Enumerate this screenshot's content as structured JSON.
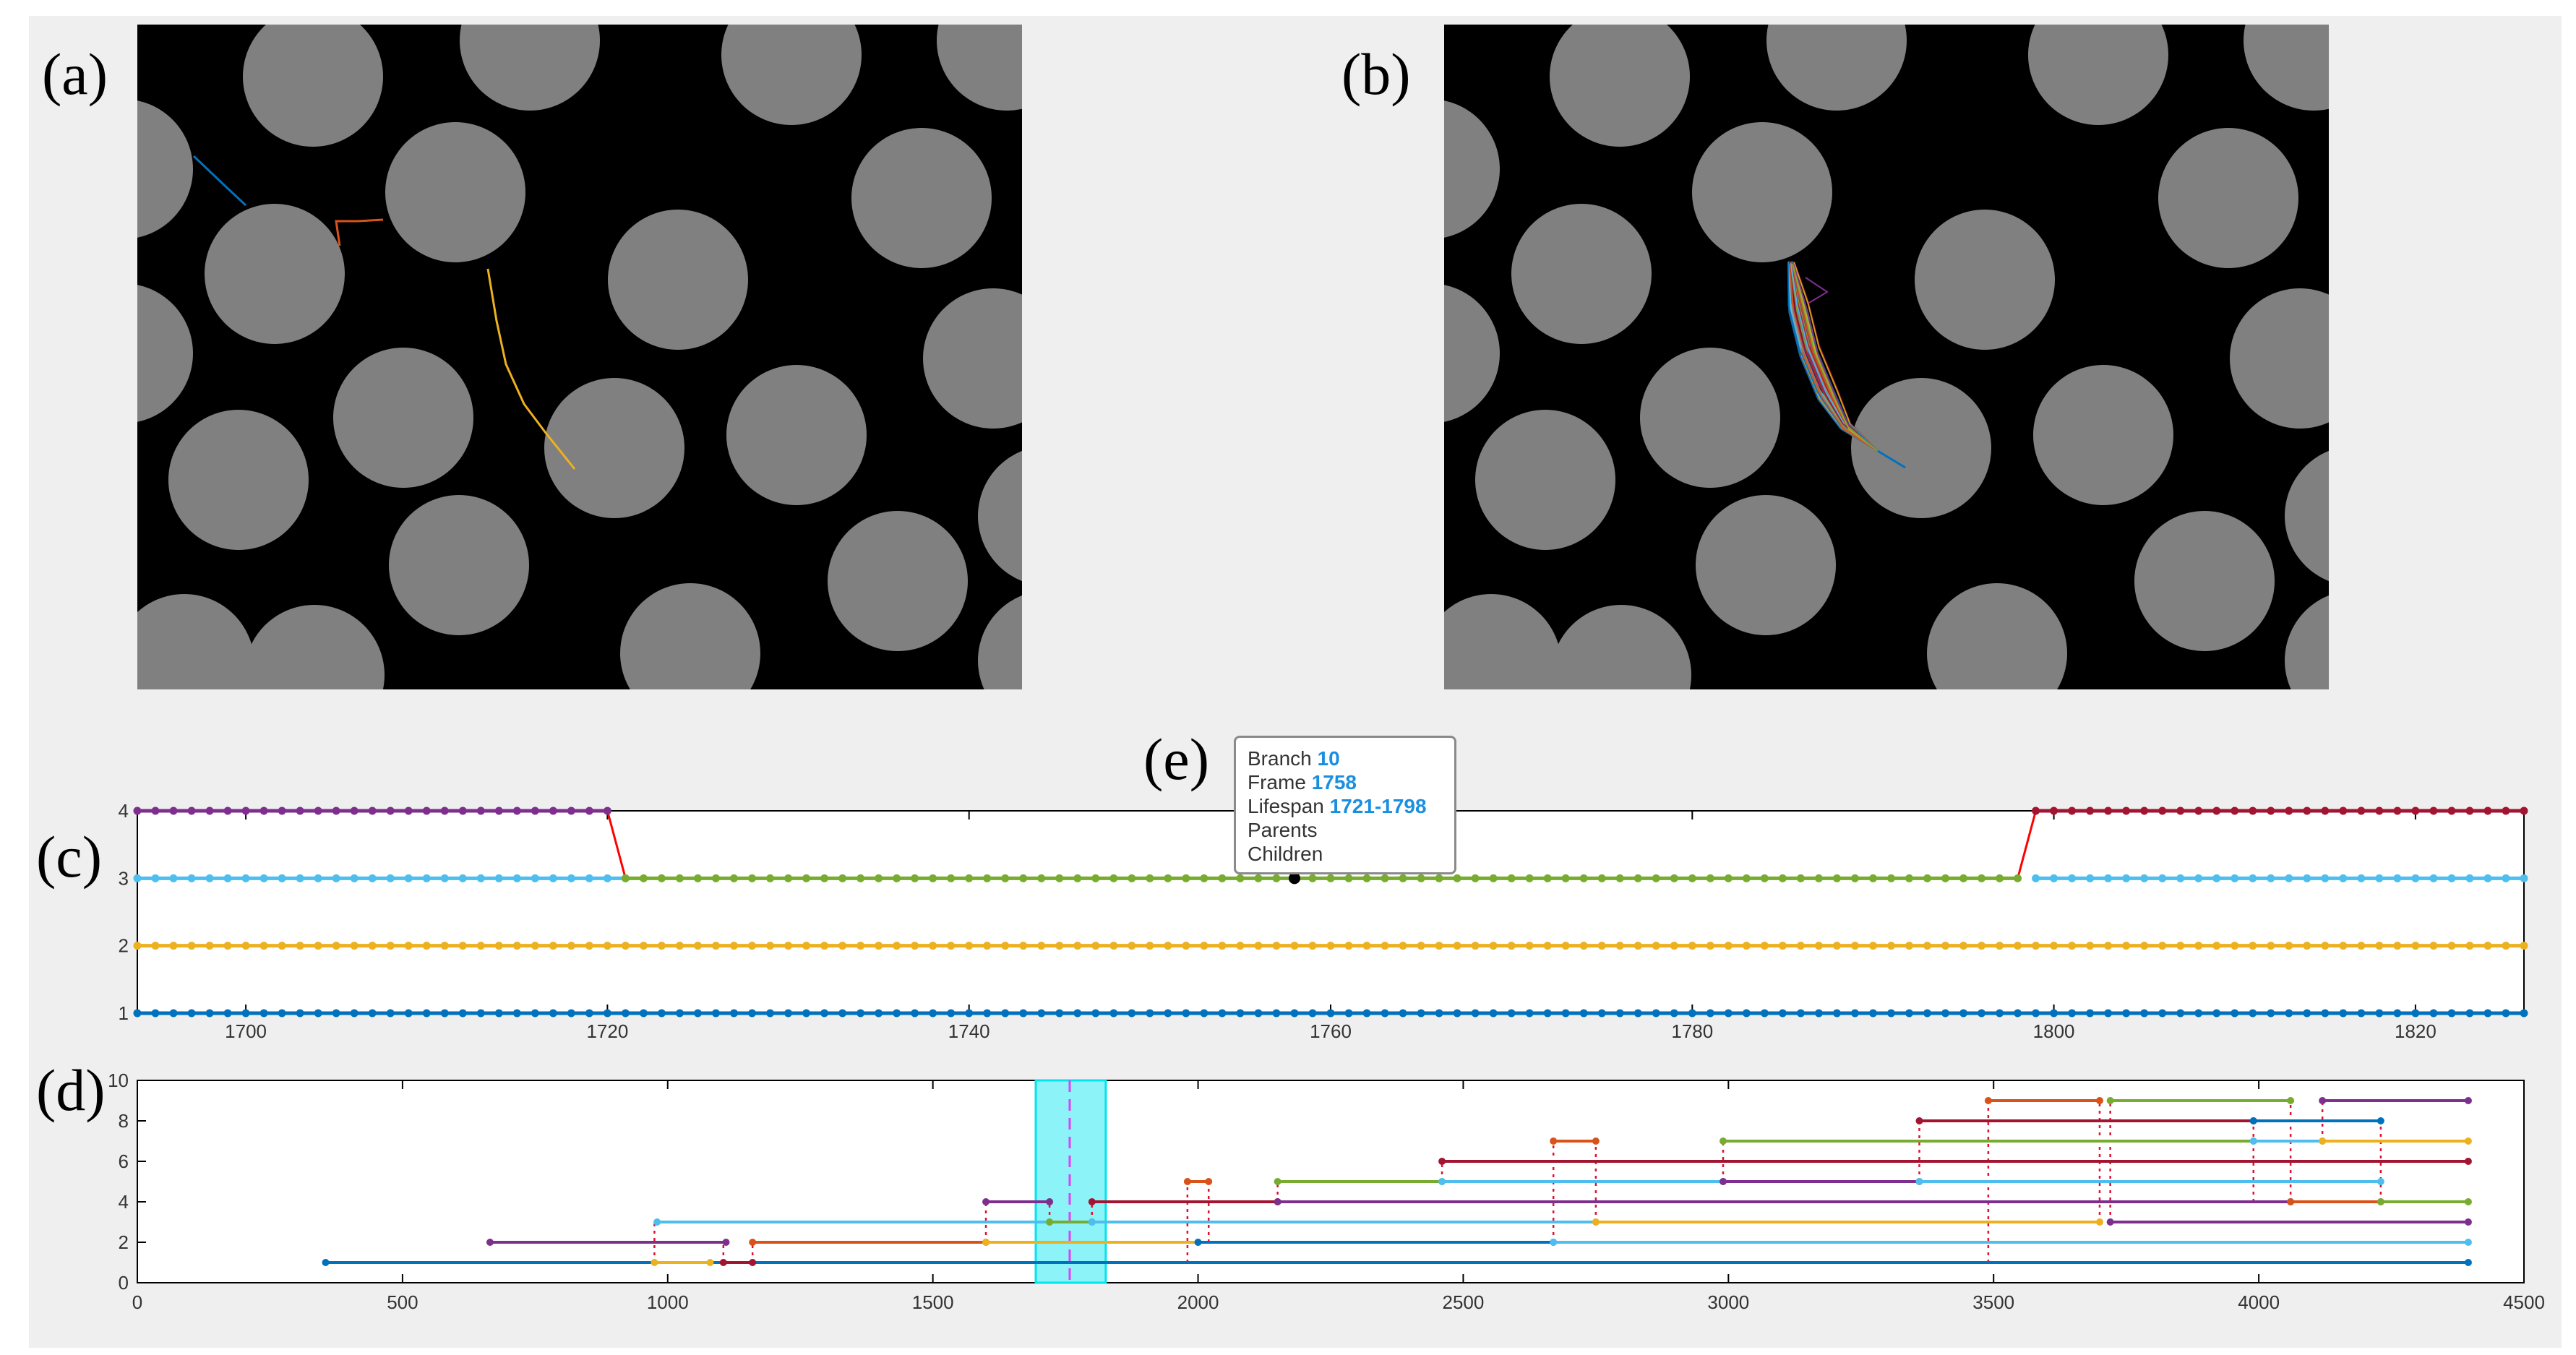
{
  "panel_labels": {
    "a": "(a)",
    "b": "(b)",
    "c": "(c)",
    "d": "(d)",
    "e": "(e)"
  },
  "tooltip": {
    "branch_label": "Branch",
    "branch_value": "10",
    "frame_label": "Frame",
    "frame_value": "1758",
    "lifespan_label": "Lifespan",
    "lifespan_value": "1721-1798",
    "parents_label": "Parents",
    "children_label": "Children"
  },
  "colors": {
    "background": "#000000",
    "disc": "#808080",
    "blue": "#0072bd",
    "orange": "#d95319",
    "yellow": "#edb120",
    "purple": "#7e2f8e",
    "green": "#77ac30",
    "cyan": "#4dbeee",
    "red": "#a2142f",
    "highlight": "#00e5f0"
  },
  "chart_data": [
    {
      "type": "line",
      "panel": "(c)",
      "xlim": [
        1694,
        1826
      ],
      "ylim": [
        1,
        4
      ],
      "x_ticks": [
        1700,
        1720,
        1740,
        1760,
        1780,
        1800,
        1820
      ],
      "y_ticks": [
        1,
        2,
        3,
        4
      ],
      "grid": false,
      "series": [
        {
          "color": "blue",
          "points": [
            [
              1694,
              1
            ],
            [
              1826,
              1
            ]
          ]
        },
        {
          "color": "yellow",
          "points": [
            [
              1694,
              2
            ],
            [
              1826,
              2
            ]
          ]
        },
        {
          "color": "cyan",
          "points": [
            [
              1694,
              3
            ],
            [
              1721,
              3
            ]
          ]
        },
        {
          "color": "cyan",
          "points": [
            [
              1799,
              3
            ],
            [
              1826,
              3
            ]
          ]
        },
        {
          "color": "purple",
          "points": [
            [
              1694,
              4
            ],
            [
              1720,
              4
            ]
          ]
        },
        {
          "color": "green",
          "points": [
            [
              1721,
              3
            ],
            [
              1798,
              3
            ]
          ]
        },
        {
          "color": "red",
          "points": [
            [
              1799,
              4
            ],
            [
              1826,
              4
            ]
          ]
        }
      ],
      "links": [
        [
          [
            1720,
            4
          ],
          [
            1721,
            3
          ]
        ],
        [
          [
            1798,
            3
          ],
          [
            1799,
            4
          ]
        ]
      ],
      "selected_point": [
        1758,
        3
      ]
    },
    {
      "type": "line",
      "panel": "(d)",
      "xlim": [
        0,
        4500
      ],
      "ylim": [
        0,
        10
      ],
      "x_ticks": [
        0,
        500,
        1000,
        1500,
        2000,
        2500,
        3000,
        3500,
        4000,
        4500
      ],
      "y_ticks": [
        0,
        2,
        4,
        6,
        8,
        10
      ],
      "grid": false,
      "highlight_range": [
        1694,
        1826
      ],
      "marker_x": 1758,
      "segments": [
        {
          "color": "blue",
          "x": [
            355,
            4395
          ],
          "y": 1
        },
        {
          "color": "yellow",
          "x": [
            975,
            1080
          ],
          "y": 1
        },
        {
          "color": "red",
          "x": [
            1105,
            1160
          ],
          "y": 1
        },
        {
          "color": "purple",
          "x": [
            665,
            1110
          ],
          "y": 2
        },
        {
          "color": "orange",
          "x": [
            1160,
            1600
          ],
          "y": 2
        },
        {
          "color": "yellow",
          "x": [
            1600,
            2000
          ],
          "y": 2
        },
        {
          "color": "blue",
          "x": [
            2000,
            2670
          ],
          "y": 2
        },
        {
          "color": "cyan",
          "x": [
            2670,
            4395
          ],
          "y": 2
        },
        {
          "color": "cyan",
          "x": [
            980,
            1720
          ],
          "y": 3
        },
        {
          "color": "green",
          "x": [
            1720,
            1800
          ],
          "y": 3
        },
        {
          "color": "cyan",
          "x": [
            1800,
            2750
          ],
          "y": 3
        },
        {
          "color": "yellow",
          "x": [
            2750,
            3700
          ],
          "y": 3
        },
        {
          "color": "purple",
          "x": [
            3720,
            4395
          ],
          "y": 3
        },
        {
          "color": "purple",
          "x": [
            1600,
            1720
          ],
          "y": 4
        },
        {
          "color": "red",
          "x": [
            1800,
            2150
          ],
          "y": 4
        },
        {
          "color": "purple",
          "x": [
            2150,
            4060
          ],
          "y": 4
        },
        {
          "color": "orange",
          "x": [
            4060,
            4230
          ],
          "y": 4
        },
        {
          "color": "green",
          "x": [
            4230,
            4395
          ],
          "y": 4
        },
        {
          "color": "orange",
          "x": [
            1980,
            2020
          ],
          "y": 5
        },
        {
          "color": "green",
          "x": [
            2150,
            2460
          ],
          "y": 5
        },
        {
          "color": "cyan",
          "x": [
            2460,
            2990
          ],
          "y": 5
        },
        {
          "color": "purple",
          "x": [
            2990,
            3360
          ],
          "y": 5
        },
        {
          "color": "cyan",
          "x": [
            3360,
            4230
          ],
          "y": 5
        },
        {
          "color": "red",
          "x": [
            2460,
            4395
          ],
          "y": 6
        },
        {
          "color": "orange",
          "x": [
            2670,
            2750
          ],
          "y": 7
        },
        {
          "color": "green",
          "x": [
            2990,
            3990
          ],
          "y": 7
        },
        {
          "color": "cyan",
          "x": [
            3990,
            4120
          ],
          "y": 7
        },
        {
          "color": "yellow",
          "x": [
            4120,
            4395
          ],
          "y": 7
        },
        {
          "color": "red",
          "x": [
            3360,
            3990
          ],
          "y": 8
        },
        {
          "color": "blue",
          "x": [
            3990,
            4230
          ],
          "y": 8
        },
        {
          "color": "orange",
          "x": [
            3490,
            3700
          ],
          "y": 9
        },
        {
          "color": "green",
          "x": [
            3720,
            4060
          ],
          "y": 9
        },
        {
          "color": "purple",
          "x": [
            4120,
            4395
          ],
          "y": 9
        }
      ],
      "connectors": [
        {
          "x": 1600,
          "y": [
            2,
            4
          ]
        },
        {
          "x": 1720,
          "y": [
            3,
            4
          ]
        },
        {
          "x": 1800,
          "y": [
            3,
            4
          ]
        },
        {
          "x": 975,
          "y": [
            1,
            3
          ]
        },
        {
          "x": 1105,
          "y": [
            1,
            2
          ]
        },
        {
          "x": 1160,
          "y": [
            1,
            2
          ]
        },
        {
          "x": 1980,
          "y": [
            1,
            5
          ]
        },
        {
          "x": 2020,
          "y": [
            2,
            5
          ]
        },
        {
          "x": 2150,
          "y": [
            4,
            5
          ]
        },
        {
          "x": 2460,
          "y": [
            5,
            6
          ]
        },
        {
          "x": 2670,
          "y": [
            2,
            7
          ]
        },
        {
          "x": 2750,
          "y": [
            3,
            7
          ]
        },
        {
          "x": 2990,
          "y": [
            5,
            7
          ]
        },
        {
          "x": 3360,
          "y": [
            5,
            8
          ]
        },
        {
          "x": 3490,
          "y": [
            1,
            9
          ]
        },
        {
          "x": 3700,
          "y": [
            3,
            9
          ]
        },
        {
          "x": 3720,
          "y": [
            3,
            9
          ]
        },
        {
          "x": 3990,
          "y": [
            4,
            8
          ]
        },
        {
          "x": 4060,
          "y": [
            4,
            9
          ]
        },
        {
          "x": 4120,
          "y": [
            7,
            9
          ]
        },
        {
          "x": 4230,
          "y": [
            4,
            8
          ]
        }
      ]
    }
  ]
}
